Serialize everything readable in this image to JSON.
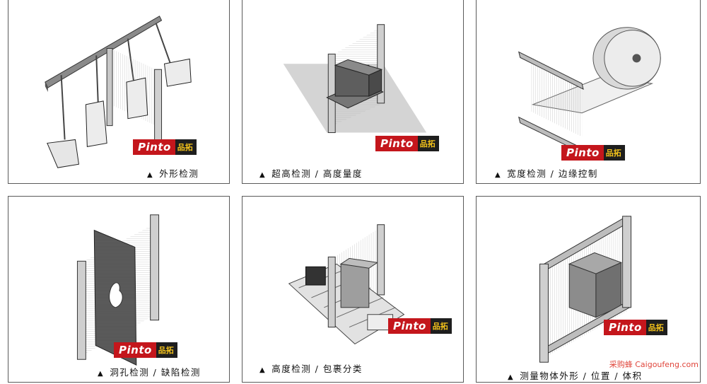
{
  "brand": {
    "latin": "Pinto",
    "chinese": "品拓",
    "red": "#c4161c",
    "dark": "#1e1e1e",
    "yellow": "#f3c21b"
  },
  "panels": [
    {
      "id": "profile",
      "caption": "外形检测"
    },
    {
      "id": "height",
      "caption": "超高检测 / 高度量度"
    },
    {
      "id": "width",
      "caption": "宽度检测 / 边缘控制"
    },
    {
      "id": "hole",
      "caption": "洞孔检测 / 缺陷检测"
    },
    {
      "id": "sorting",
      "caption": "高度检测 / 包裹分类"
    },
    {
      "id": "volume",
      "caption": "测量物体外形 / 位置 / 体积"
    }
  ],
  "caption_marker": "▲",
  "watermark": "采购蜂 Caigoufeng.com"
}
